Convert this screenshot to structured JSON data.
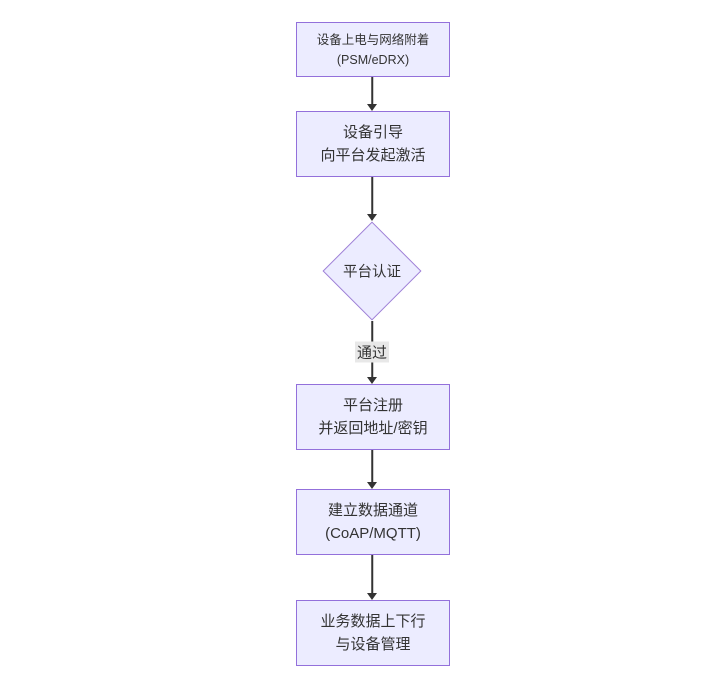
{
  "diagram": {
    "type": "flowchart",
    "direction": "top-down",
    "theme": {
      "canvas_bg": "#ffffff",
      "node_fill": "#ECECFF",
      "node_border": "#9370DB",
      "arrow_color": "#333333",
      "text_color": "#333333",
      "edge_label_bg": "#e8e8e8"
    },
    "nodes": [
      {
        "id": "power-attach",
        "shape": "rect",
        "lines": [
          "设备上电与网络附着",
          "(PSM/eDRX)"
        ]
      },
      {
        "id": "bootstrap",
        "shape": "rect",
        "lines": [
          "设备引导",
          "向平台发起激活"
        ]
      },
      {
        "id": "platform-auth",
        "shape": "diamond",
        "lines": [
          "平台认证"
        ]
      },
      {
        "id": "platform-register",
        "shape": "rect",
        "lines": [
          "平台注册",
          "并返回地址/密钥"
        ]
      },
      {
        "id": "data-channel",
        "shape": "rect",
        "lines": [
          "建立数据通道",
          "(CoAP/MQTT)"
        ]
      },
      {
        "id": "business-data",
        "shape": "rect",
        "lines": [
          "业务数据上下行",
          "与设备管理"
        ]
      }
    ],
    "edges": [
      {
        "from": "power-attach",
        "to": "bootstrap",
        "label": ""
      },
      {
        "from": "bootstrap",
        "to": "platform-auth",
        "label": ""
      },
      {
        "from": "platform-auth",
        "to": "platform-register",
        "label": "通过"
      },
      {
        "from": "platform-register",
        "to": "data-channel",
        "label": ""
      },
      {
        "from": "data-channel",
        "to": "business-data",
        "label": ""
      }
    ]
  }
}
